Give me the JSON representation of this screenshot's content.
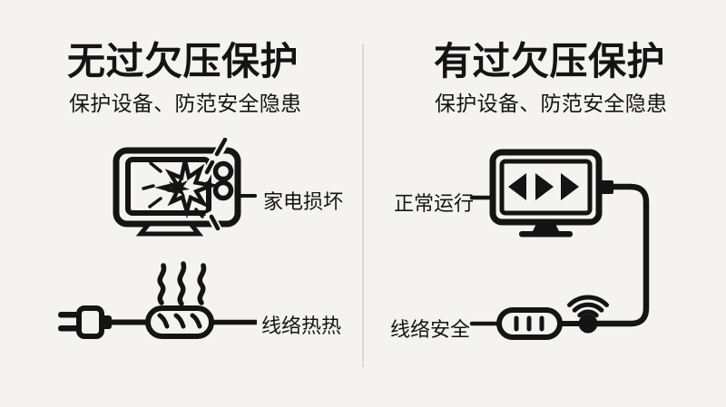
{
  "page": {
    "bg_color": "#f4f3ef",
    "ink_color": "#141414",
    "divider_color": "#dbd9d5"
  },
  "left_panel": {
    "title": "无过欠压保护",
    "subtitle": "保护设备、防范安全隐患",
    "items": [
      {
        "icon": "broken-tv-icon",
        "label": "家电损坏"
      },
      {
        "icon": "overheating-power-strip-icon",
        "label": "线络热热"
      }
    ]
  },
  "right_panel": {
    "title": "有过欠压保护",
    "subtitle": "保护设备、防范安全隐患",
    "items": [
      {
        "icon": "monitor-running-icon",
        "label": "正常运行"
      },
      {
        "icon": "safe-power-strip-wifi-icon",
        "label": "线络安全"
      }
    ]
  }
}
